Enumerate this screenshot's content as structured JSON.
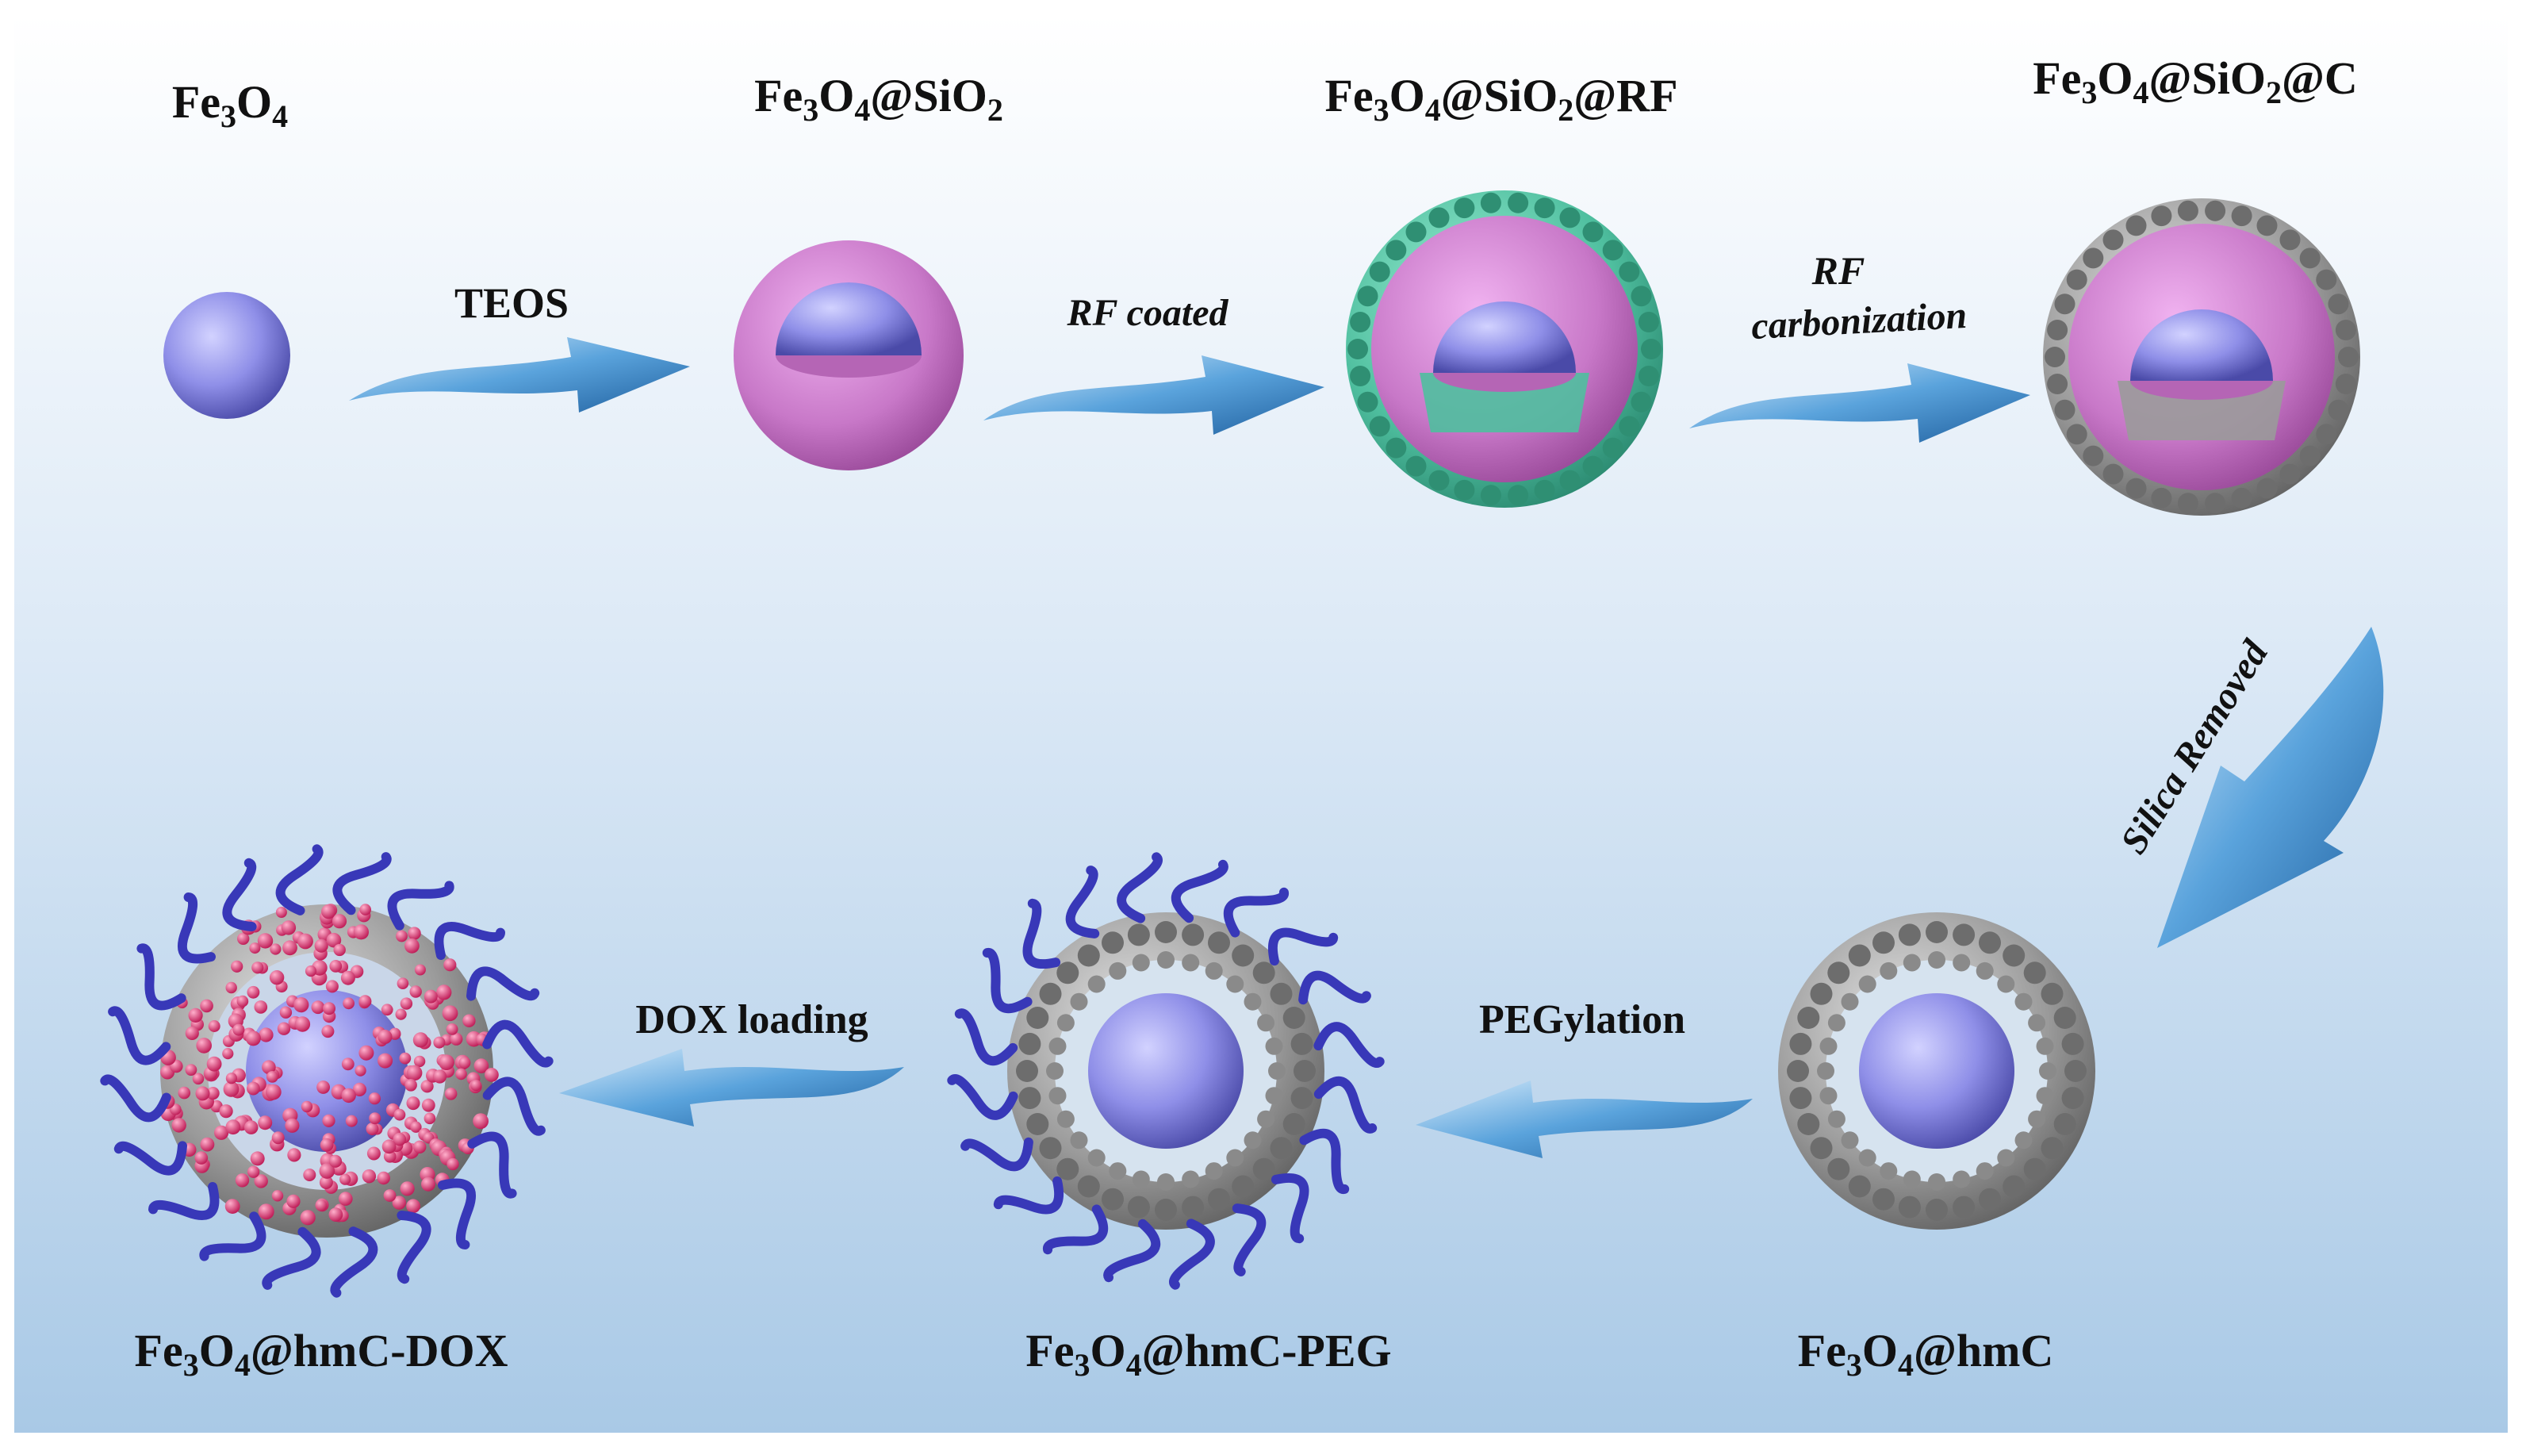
{
  "stages": [
    {
      "id": "s1",
      "label": "Fe3O4"
    },
    {
      "id": "s2",
      "label": "Fe3O4@SiO2"
    },
    {
      "id": "s3",
      "label": "Fe3O4@SiO2@RF"
    },
    {
      "id": "s4",
      "label": "Fe3O4@SiO2@C"
    },
    {
      "id": "s5",
      "label": "Fe3O4@hmC"
    },
    {
      "id": "s6",
      "label": "Fe3O4@hmC-PEG"
    },
    {
      "id": "s7",
      "label": "Fe3O4@hmC-DOX"
    }
  ],
  "steps": [
    {
      "id": "a1",
      "text": "TEOS"
    },
    {
      "id": "a2",
      "text": "RF coated"
    },
    {
      "id": "a3",
      "line1": "RF",
      "line2": "carbonization"
    },
    {
      "id": "a4",
      "text": "Silica Removed"
    },
    {
      "id": "a5",
      "text": "PEGylation"
    },
    {
      "id": "a6",
      "text": "DOX loading"
    }
  ],
  "colors": {
    "core": "#8f8fe8",
    "silica": "#c878c8",
    "rf": "#4fbf9f",
    "carbon": "#9a9a9a",
    "peg": "#3838b8",
    "dox": "#e0306f",
    "arrow": "#3d8ec9"
  }
}
